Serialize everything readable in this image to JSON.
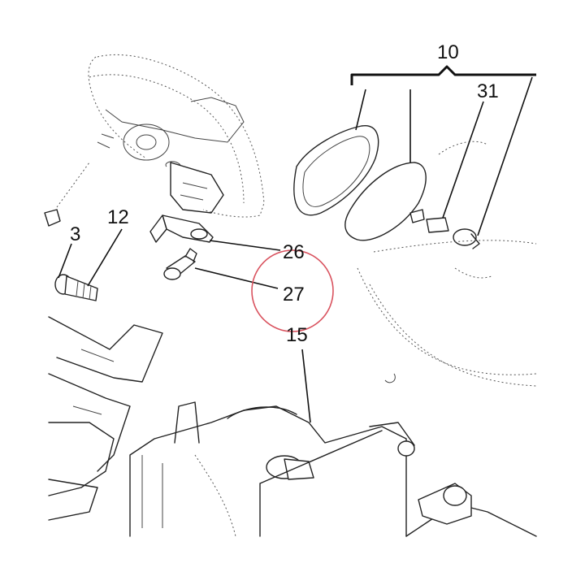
{
  "callouts": {
    "c10": "10",
    "c31": "31",
    "c12": "12",
    "c3": "3",
    "c26": "26",
    "c27": "27",
    "c15": "15"
  },
  "highlight_color": "#d9535f"
}
